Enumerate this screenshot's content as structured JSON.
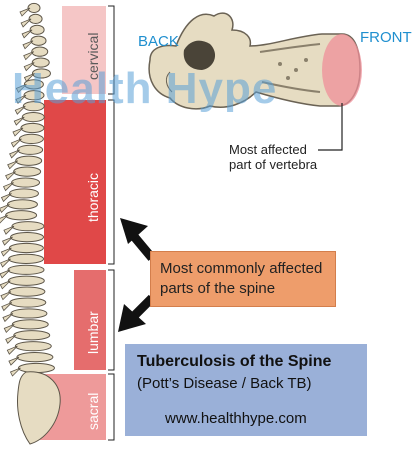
{
  "labels": {
    "back": "BACK",
    "front": "FRONT",
    "most_affected_line1": "Most affected",
    "most_affected_line2": "part of vertebra"
  },
  "spine_regions": {
    "cervical": "cervical",
    "thoracic": "thoracic",
    "lumbar": "lumbar",
    "sacral": "sacral"
  },
  "callout": {
    "line1": "Most commonly affected",
    "line2": "parts of the spine"
  },
  "title_box": {
    "title": "Tuberculosis of the Spine",
    "subtitle": "(Pott’s Disease / Back TB)",
    "url": "www.healthhype.com"
  },
  "watermark": "Health Hype",
  "colors": {
    "cervical_fill": "#f5c6c6",
    "thoracic_fill": "#e04848",
    "lumbar_fill": "#e56d6d",
    "sacral_fill": "#ee9a9a",
    "callout_fill": "#ee9d6b",
    "title_box_fill": "#9ab0d8",
    "label_blue": "#1f8fcf",
    "bone": "#e6dcc2"
  }
}
